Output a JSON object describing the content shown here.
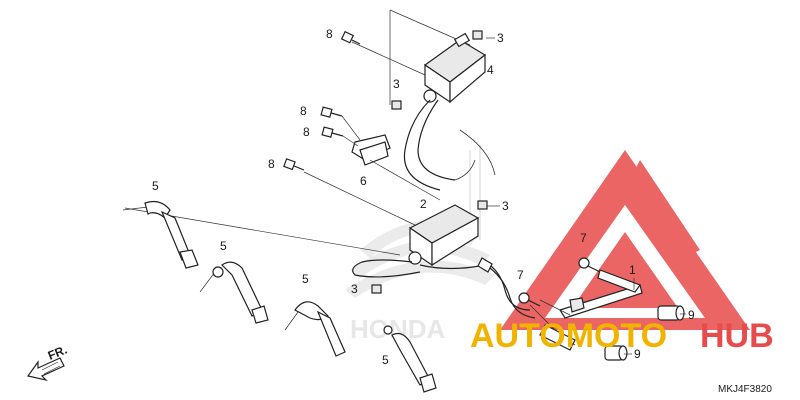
{
  "diagram": {
    "code": "MKJ4F3820",
    "direction_label": "FR.",
    "callouts": [
      "1",
      "2",
      "3",
      "4",
      "5",
      "6",
      "7",
      "8",
      "9"
    ]
  },
  "watermark": {
    "word1": "AUTOMOTO",
    "word2": "HUB",
    "ghost": "HONDA",
    "colors": {
      "red": "#e84b4b",
      "gold": "#f0b400",
      "gray": "#d0d0d0"
    }
  }
}
